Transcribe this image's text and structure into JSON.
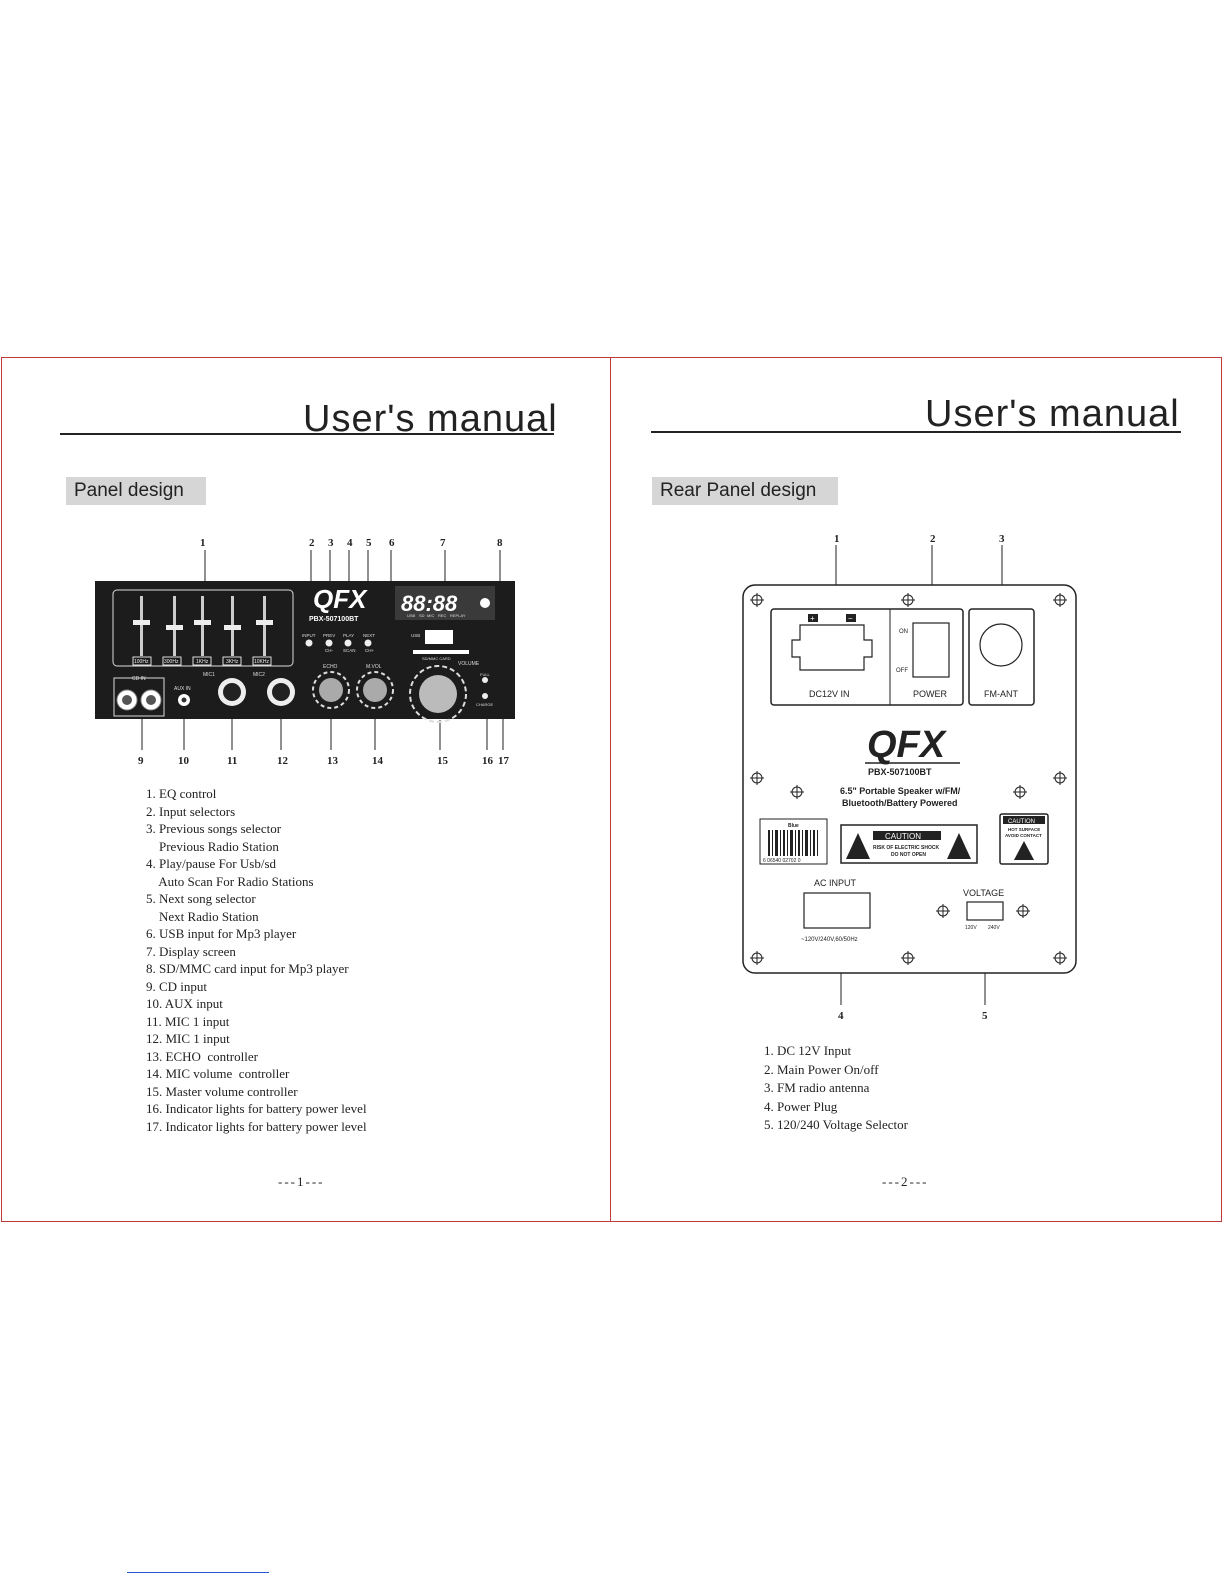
{
  "left": {
    "title": "User's manual",
    "section": "Panel design",
    "top_numbers": [
      "1",
      "2",
      "3",
      "4",
      "5",
      "6",
      "7",
      "8"
    ],
    "bottom_numbers": [
      "9",
      "10",
      "11",
      "12",
      "13",
      "14",
      "15",
      "16",
      "17"
    ],
    "panel": {
      "brand": "QFX",
      "model": "PBX-507100BT",
      "display": "88:88",
      "display_icons": [
        "USB",
        "SD",
        "MIC",
        "REC",
        "REPLAY"
      ],
      "eq_bands": [
        "100Hz",
        "300Hz",
        "1KHz",
        "3KHz",
        "10KHz"
      ],
      "input_label": "INPUT",
      "buttons": [
        {
          "top": "PREV",
          "bottom": "CH-"
        },
        {
          "top": "PLAY",
          "bottom": "SCAN"
        },
        {
          "top": "NEXT",
          "bottom": "CH+"
        }
      ],
      "usb_label": "USB",
      "sd_label": "SD/MMC CARD",
      "volume_label": "VOLUME",
      "full_label": "FULL",
      "charge_label": "CHARGE",
      "cd_in_label": "CD IN",
      "aux_in_label": "AUX IN",
      "mic1_label": "MIC1",
      "mic2_label": "MIC2",
      "echo_label": "ECHO",
      "mvol_label": "M.VOL"
    },
    "items": [
      "1. EQ control",
      "2. Input selectors",
      "3. Previous songs selector",
      "    Previous Radio Station",
      "4. Play/pause For Usb/sd",
      "    Auto Scan For Radio Stations",
      "5. Next song selector",
      "    Next Radio Station",
      "6. USB input for Mp3 player",
      "7. Display screen",
      "8. SD/MMC card input for Mp3 player",
      "9. CD input",
      "10. AUX input",
      "11. MIC 1 input",
      "12. MIC 1 input",
      "13. ECHO  controller",
      "14. MIC volume  controller",
      "15. Master volume controller",
      "16. Indicator lights for battery power level",
      "17. Indicator lights for battery power level"
    ],
    "page": "---1---"
  },
  "right": {
    "title": "User's manual",
    "section": "Rear Panel design",
    "top_numbers": [
      "1",
      "2",
      "3"
    ],
    "bottom_numbers": [
      "4",
      "5"
    ],
    "panel": {
      "dc_label": "DC12V  IN",
      "power_label": "POWER",
      "on_label": "ON",
      "off_label": "OFF",
      "fm_label": "FM-ANT",
      "brand": "QFX",
      "model": "PBX-507100BT",
      "desc_line1": "6.5\" Portable Speaker w/FM/",
      "desc_line2": "Bluetooth/Battery Powered",
      "barcode_color": "Blue",
      "barcode_number": "6 06540 02702 0",
      "caution_title": "CAUTION",
      "caution_line1": "RISK OF ELECTRIC SHOCK",
      "caution_line2": "DO NOT OPEN",
      "hot_title": "CAUTION",
      "hot_line1": "HOT SURFACE",
      "hot_line2": "AVOID CONTACT",
      "ac_label": "AC INPUT",
      "ac_spec": "~120V/240V,60/50Hz",
      "voltage_label": "VOLTAGE",
      "v120": "120V",
      "v240": "240V"
    },
    "items": [
      "1. DC 12V Input",
      "2. Main Power On/off",
      "3. FM radio antenna",
      "4. Power Plug",
      "5. 120/240 Voltage Selector"
    ],
    "page": "---2---"
  }
}
